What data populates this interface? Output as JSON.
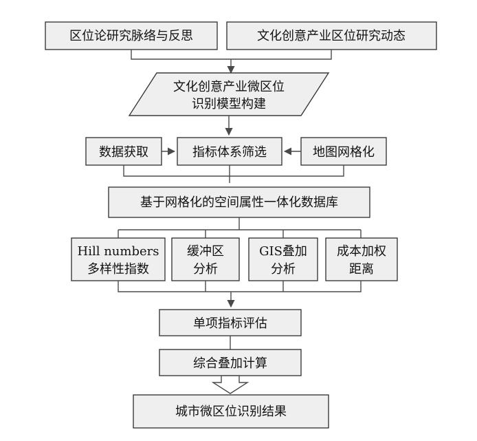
{
  "nodes": {
    "top_left": "区位论研究脉络与反思",
    "top_right": "文化创意产业区位研究动态",
    "model_line1": "文化创意产业微区位",
    "model_line2": "识别模型构建",
    "data_acquisition": "数据获取",
    "indicator_screening": "指标体系筛选",
    "map_grid": "地图网格化",
    "database": "基于网格化的空间属性一体化数据库",
    "hill_line1": "Hill numbers",
    "hill_line2": "多样性指数",
    "buffer_line1": "缓冲区",
    "buffer_line2": "分析",
    "gis_line1": "GIS叠加",
    "gis_line2": "分析",
    "cost_line1": "成本加权",
    "cost_line2": "距离",
    "single_eval": "单项指标评估",
    "overlay_calc": "综合叠加计算",
    "result": "城市微区位识别结果"
  }
}
